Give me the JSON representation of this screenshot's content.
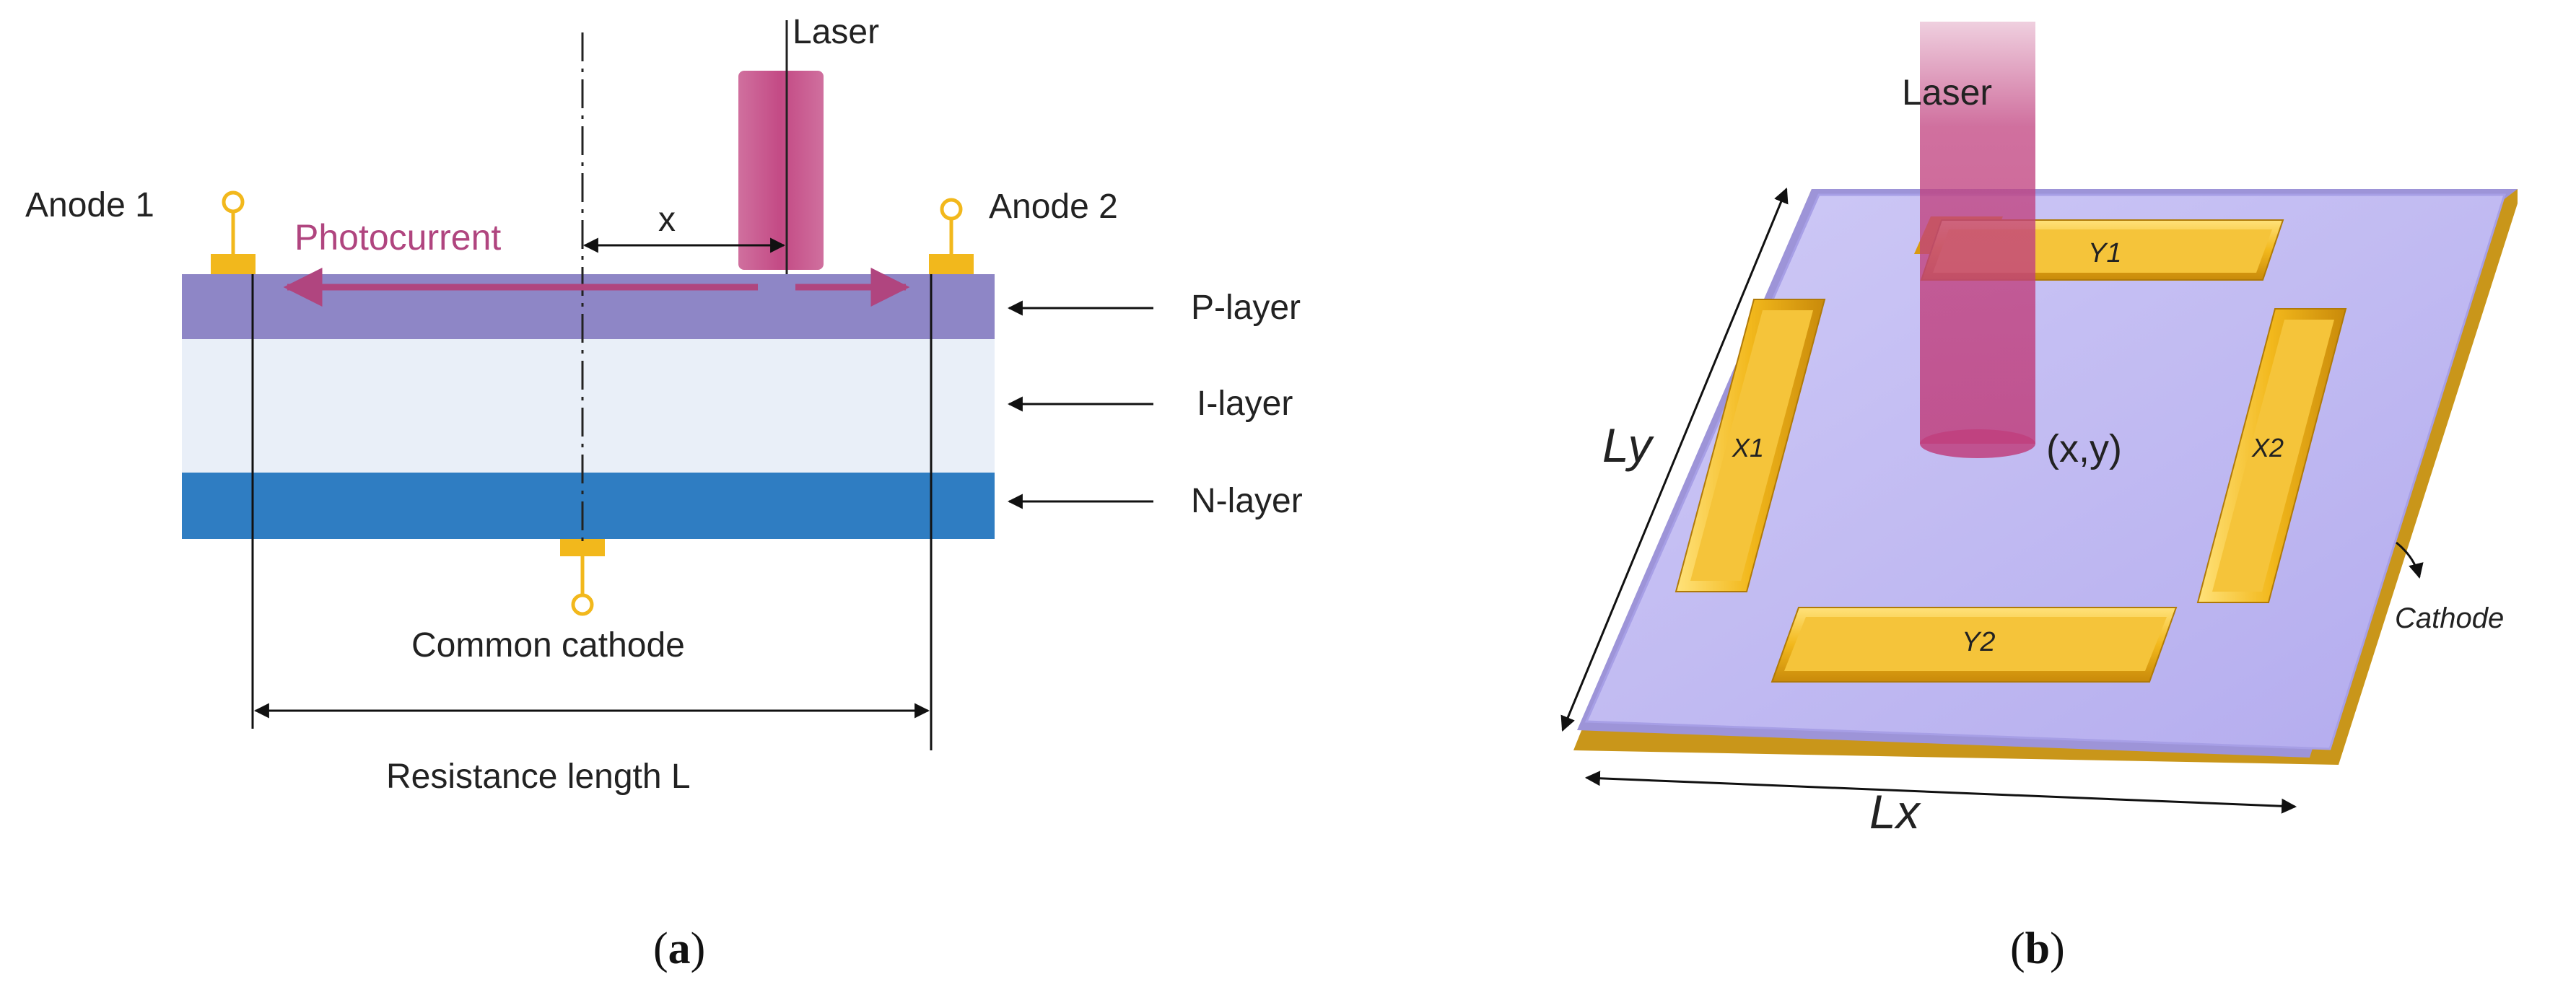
{
  "panel_a": {
    "laser": "Laser",
    "anode1": "Anode 1",
    "anode2": "Anode 2",
    "photocurrent": "Photocurrent",
    "x": "x",
    "p_layer": "P-layer",
    "i_layer": "I-layer",
    "n_layer": "N-layer",
    "common_cathode": "Common cathode",
    "resistance_length": "Resistance length L",
    "caption_open": "(",
    "caption_letter": "a",
    "caption_close": ")"
  },
  "panel_b": {
    "laser": "Laser",
    "y1": "Y1",
    "y2": "Y2",
    "x1": "X1",
    "x2": "X2",
    "point": "(x,y)",
    "ly": "Ly",
    "lx": "Lx",
    "cathode": "Cathode",
    "caption_open": "(",
    "caption_letter": "b",
    "caption_close": ")"
  },
  "colors": {
    "p_layer": "#8e86c6",
    "i_layer": "#e9eff8",
    "n_layer": "#2f7dc2",
    "laser": "#c0407e",
    "electrode": "#f2b81c",
    "photocurrent": "#b0457f",
    "plate": "#b9b3ef"
  }
}
